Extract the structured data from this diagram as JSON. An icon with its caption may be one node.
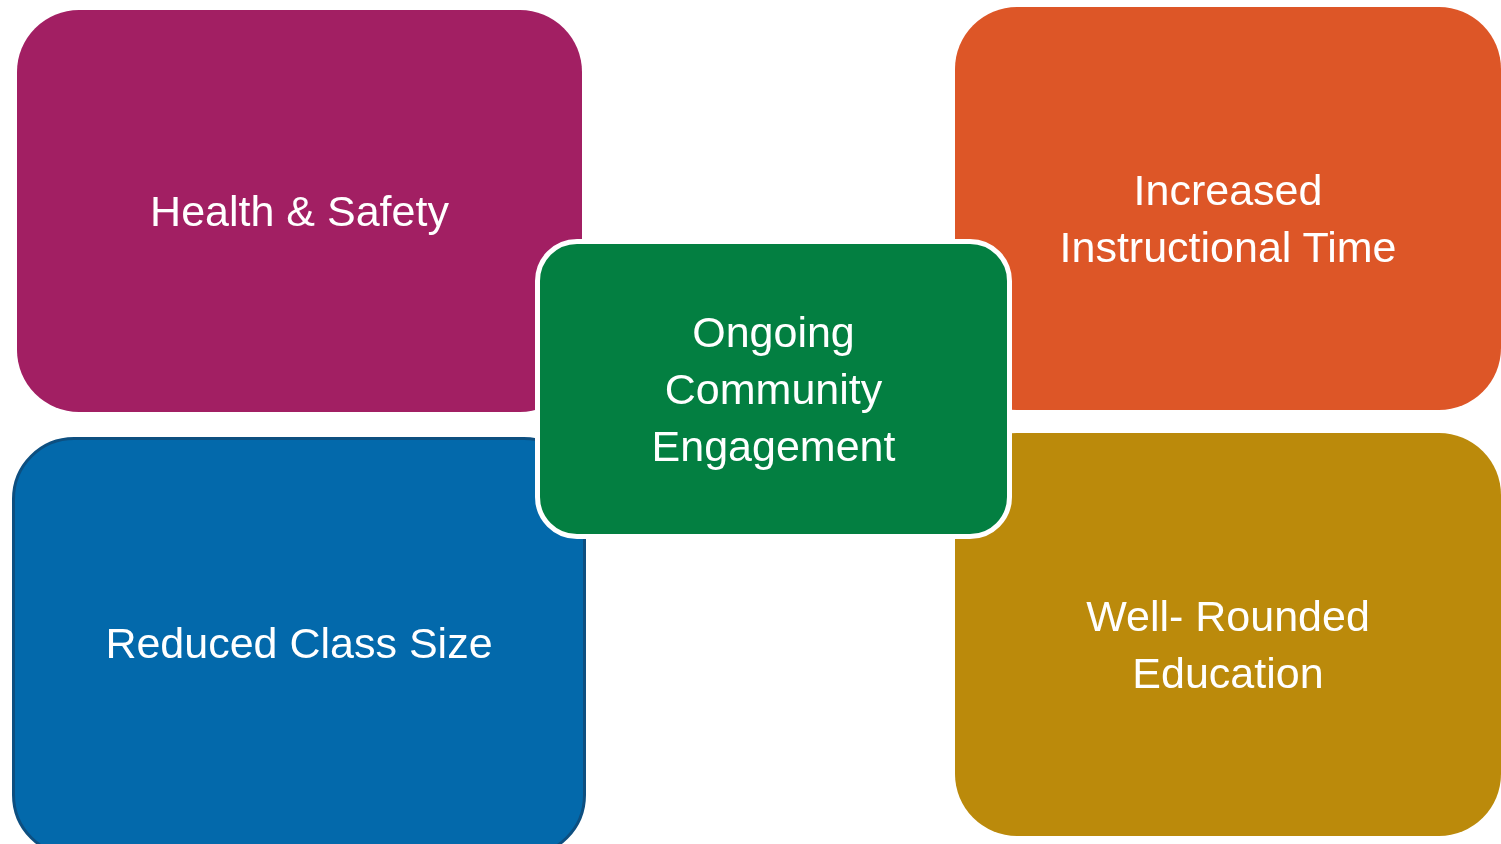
{
  "diagram": {
    "nodes": [
      {
        "text": [
          "Health & Safety"
        ]
      },
      {
        "text": [
          "Increased Instructional Time"
        ]
      },
      {
        "text": [
          "Reduced Class Size"
        ]
      },
      {
        "text": [
          "Well- Rounded Education"
        ]
      },
      {
        "text": [
          "Ongoing Community Engagement"
        ]
      }
    ]
  }
}
